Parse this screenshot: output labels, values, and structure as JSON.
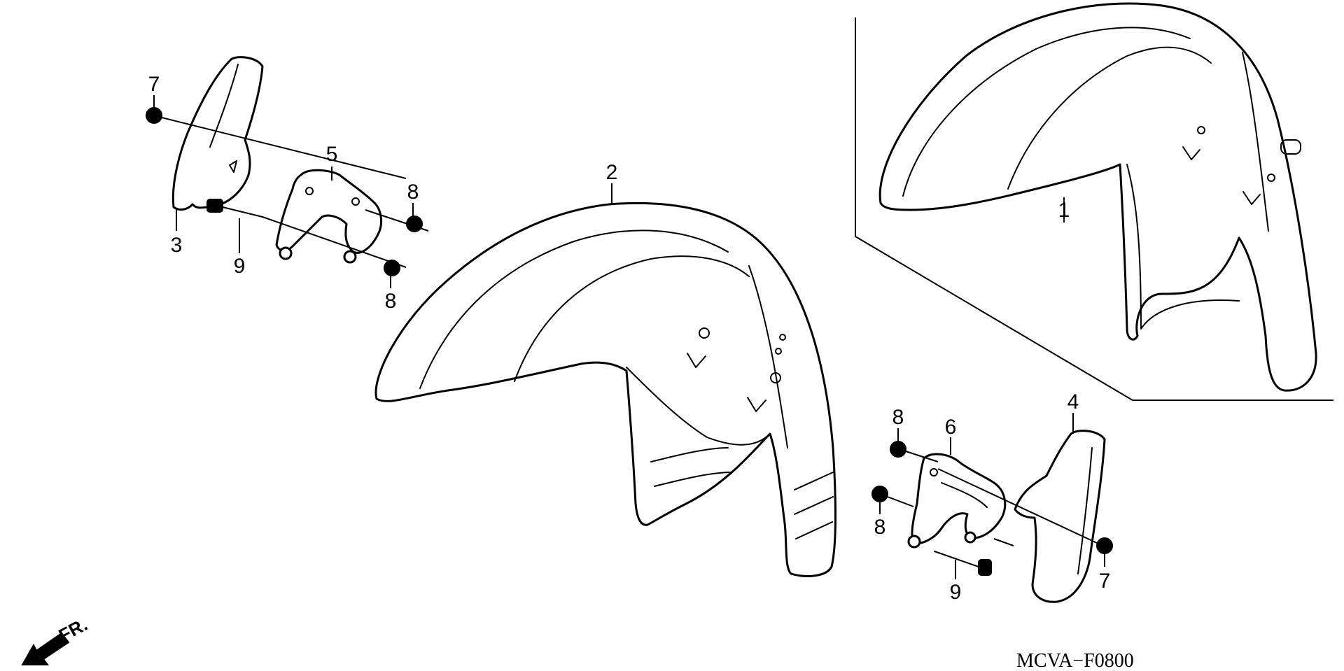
{
  "callouts": {
    "part_1": "1",
    "part_2": "2",
    "part_3": "3",
    "part_4": "4",
    "part_5": "5",
    "part_6": "6",
    "part_7_left": "7",
    "part_7_right": "7",
    "part_8_left_upper": "8",
    "part_8_left_lower": "8",
    "part_8_right_upper": "8",
    "part_8_right_lower": "8",
    "part_9_left": "9",
    "part_9_right": "9"
  },
  "direction_indicator": {
    "label": "FR.",
    "icon": "arrow-front-left-icon"
  },
  "diagram_code": "MCVA−F0800",
  "colors": {
    "line": "#000000",
    "background": "#ffffff"
  }
}
